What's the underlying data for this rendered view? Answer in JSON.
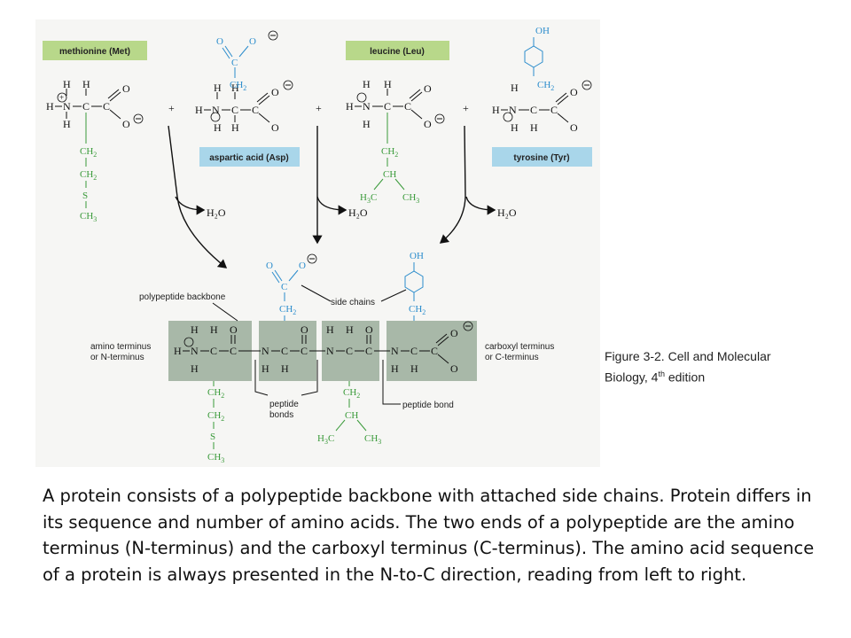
{
  "figure": {
    "amino_acids": [
      {
        "id": "met",
        "label": "methionine (Met)"
      },
      {
        "id": "asp",
        "label": "aspartic acid (Asp)"
      },
      {
        "id": "leu",
        "label": "leucine (Leu)"
      },
      {
        "id": "tyr",
        "label": "tyrosine (Tyr)"
      }
    ],
    "plus": "+",
    "water": "H₂O",
    "labels": {
      "polypeptide_backbone": "polypeptide backbone",
      "side_chains": "side chains",
      "amino_terminus": "amino terminus",
      "n_terminus": "or N-terminus",
      "carboxyl_terminus": "carboxyl terminus",
      "c_terminus": "or C-terminus",
      "peptide_bonds_1": "peptide",
      "peptide_bonds_2": "bonds",
      "peptide_bond": "peptide bond"
    },
    "colors": {
      "label_box_green": "#b8d88a",
      "label_box_blue": "#a9d6ea",
      "backbone_box": "#a8b8a8",
      "side_chain_green": "#3a9a3a",
      "side_chain_blue": "#2a8ccc"
    }
  },
  "caption": {
    "line1": "Figure 3-2. Cell and Molecular",
    "line2_pre": "Biology, 4",
    "line2_sup": "th",
    "line2_post": " edition"
  },
  "body_text": "A protein consists of a polypeptide backbone with attached side chains. Protein differs in its sequence and number of amino acids. The two ends of a polypeptide are the amino terminus (N-terminus) and the carboxyl terminus (C-terminus). The amino acid sequence of a protein is always presented in the N-to-C direction, reading from left to right."
}
